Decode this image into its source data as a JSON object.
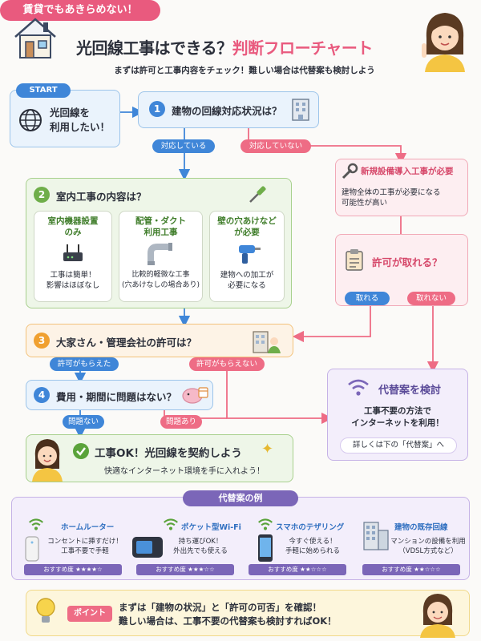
{
  "header": {
    "pill": "賃貸でもあきらめない！",
    "title_main": "光回線工事はできる？",
    "title_highlight": "判断フローチャート",
    "subtitle": "まずは許可と工事内容をチェック！難しい場合は代替案も検討しよう"
  },
  "start": {
    "label": "START",
    "line1": "光回線を",
    "line2": "利用したい！"
  },
  "step1": {
    "number": "1",
    "question": "建物の回線対応状況は？",
    "yes": "対応している",
    "no": "対応していない"
  },
  "step2": {
    "number": "2",
    "question": "室内工事の内容は？",
    "options": [
      {
        "title1": "室内機器設置",
        "title2": "のみ",
        "desc1": "工事は簡単！",
        "desc2": "影響はほぼなし"
      },
      {
        "title1": "配管・ダクト",
        "title2": "利用工事",
        "desc1": "比較的軽微な工事",
        "desc2": "(穴あけなしの場合あり)"
      },
      {
        "title1": "壁の穴あけなど",
        "title2": "が必要",
        "desc1": "建物への加工が",
        "desc2": "必要になる"
      }
    ]
  },
  "new_install": {
    "title": "新規設備導入工事が必要",
    "desc1": "建物全体の工事が必要になる",
    "desc2": "可能性が高い"
  },
  "permit_check": {
    "question": "許可が取れる？",
    "yes": "取れる",
    "no": "取れない"
  },
  "step3": {
    "number": "3",
    "question": "大家さん・管理会社の許可は？",
    "yes": "許可がもらえた",
    "no": "許可がもらえない"
  },
  "step4": {
    "number": "4",
    "question": "費用・期間に問題はない？",
    "yes": "問題ない",
    "no": "問題あり"
  },
  "ok": {
    "title": "工事OK！光回線を契約しよう",
    "desc": "快適なインターネット環境を手に入れよう！"
  },
  "alternative": {
    "title": "代替案を検討",
    "desc1": "工事不要の方法で",
    "desc2": "インターネットを利用！",
    "note": "詳しくは下の「代替案」へ"
  },
  "examples": {
    "header": "代替案の例",
    "items": [
      {
        "title": "ホームルーター",
        "desc1": "コンセントに挿すだけ！",
        "desc2": "工事不要で手軽",
        "rating": "おすすめ度 ★★★★☆"
      },
      {
        "title": "ポケット型Wi-Fi",
        "desc1": "持ち運びOK！",
        "desc2": "外出先でも使える",
        "rating": "おすすめ度 ★★★☆☆"
      },
      {
        "title": "スマホのテザリング",
        "desc1": "今すぐ使える！",
        "desc2": "手軽に始められる",
        "rating": "おすすめ度 ★★☆☆☆"
      },
      {
        "title": "建物の既存回線",
        "desc1": "マンションの設備を利用",
        "desc2": "（VDSL方式など）",
        "rating": "おすすめ度 ★★☆☆☆"
      }
    ]
  },
  "point": {
    "label": "ポイント",
    "line1": "まずは「建物の状況」と「許可の可否」を確認！",
    "line2": "難しい場合は、工事不要の代替案も検討すればOK！"
  },
  "colors": {
    "blue": "#3f86d8",
    "pink": "#e95a7e",
    "green": "#6fae4a",
    "orange": "#f0a030",
    "purple": "#7b66b8"
  },
  "icons": [
    "house-icon",
    "woman-icon",
    "globe-icon",
    "building-icon",
    "wrench-icon",
    "screwdriver-icon",
    "router-icon",
    "pipe-icon",
    "drill-icon",
    "clipboard-icon",
    "piggybank-icon",
    "wifi-icon",
    "check-icon",
    "sparkle-icon",
    "lightbulb-icon",
    "smartphone-icon",
    "pocket-wifi-icon"
  ]
}
